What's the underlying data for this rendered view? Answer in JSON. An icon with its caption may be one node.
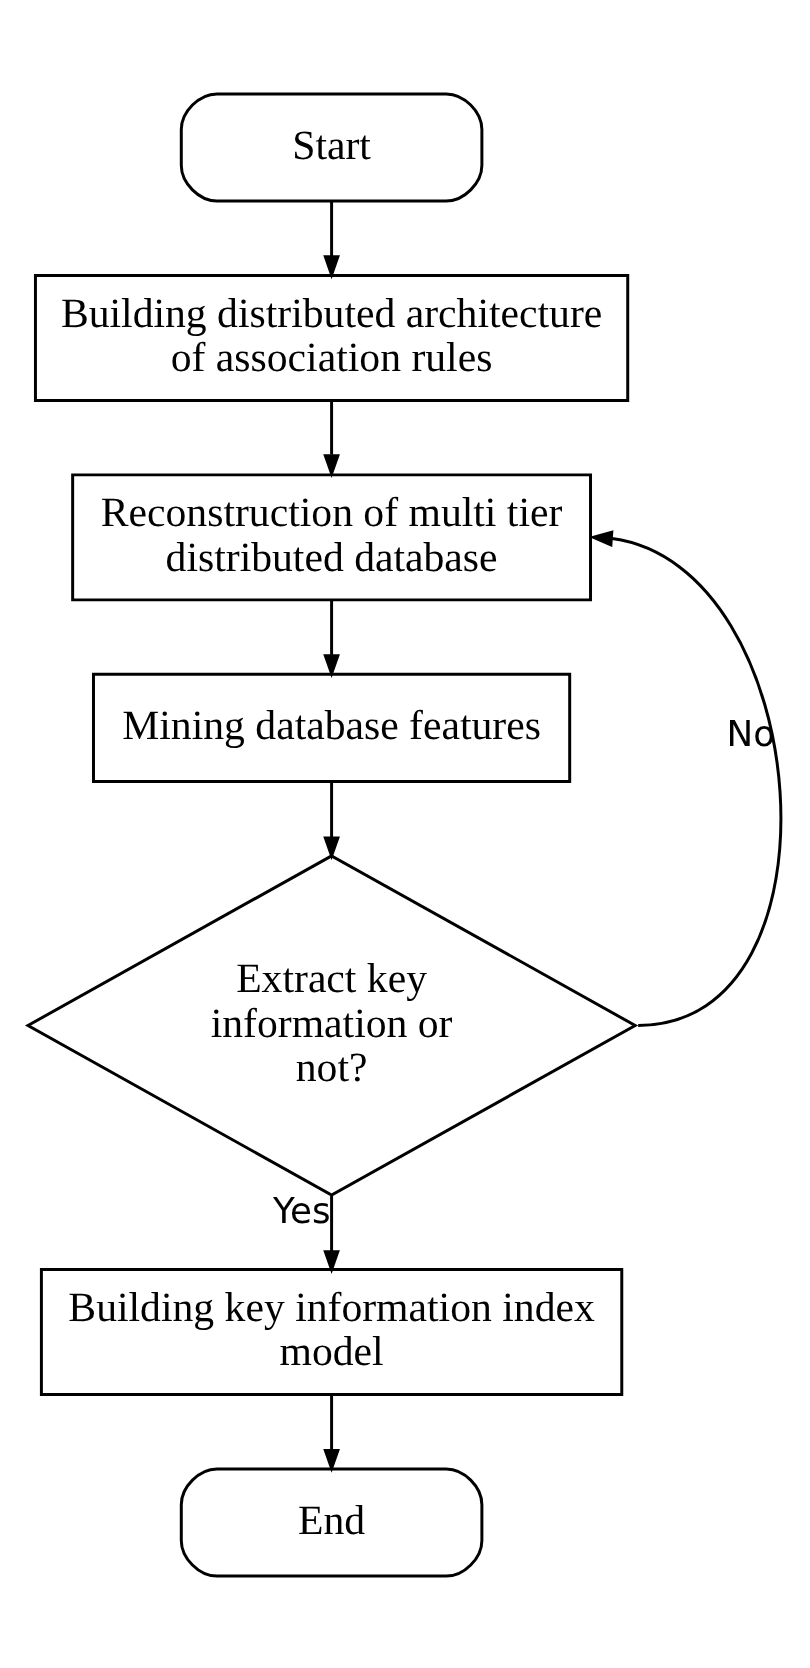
{
  "diagram": {
    "nodes": [
      {
        "text": [
          "Start"
        ]
      },
      {
        "text": [
          "Building distributed architecture of association rules"
        ]
      },
      {
        "text": [
          "Reconstruction of multi tier distributed database"
        ]
      },
      {
        "text": [
          "Mining database features"
        ]
      },
      {
        "text": [
          "Extract key information or not?"
        ]
      },
      {
        "text": [
          "Building key information index model"
        ]
      },
      {
        "text": [
          "End"
        ]
      }
    ],
    "edges": [
      {
        "from": 0,
        "to": 1,
        "arrow": "to"
      },
      {
        "from": 1,
        "to": 2,
        "arrow": "to"
      },
      {
        "from": 2,
        "to": 3,
        "arrow": "to"
      },
      {
        "from": 3,
        "to": 4,
        "arrow": "to"
      },
      {
        "from": 4,
        "to": 5,
        "arrow": "to",
        "label": "Yes"
      },
      {
        "from": 4,
        "to": 2,
        "arrow": "to",
        "label": "No"
      },
      {
        "from": 5,
        "to": 6,
        "arrow": "to"
      }
    ]
  }
}
